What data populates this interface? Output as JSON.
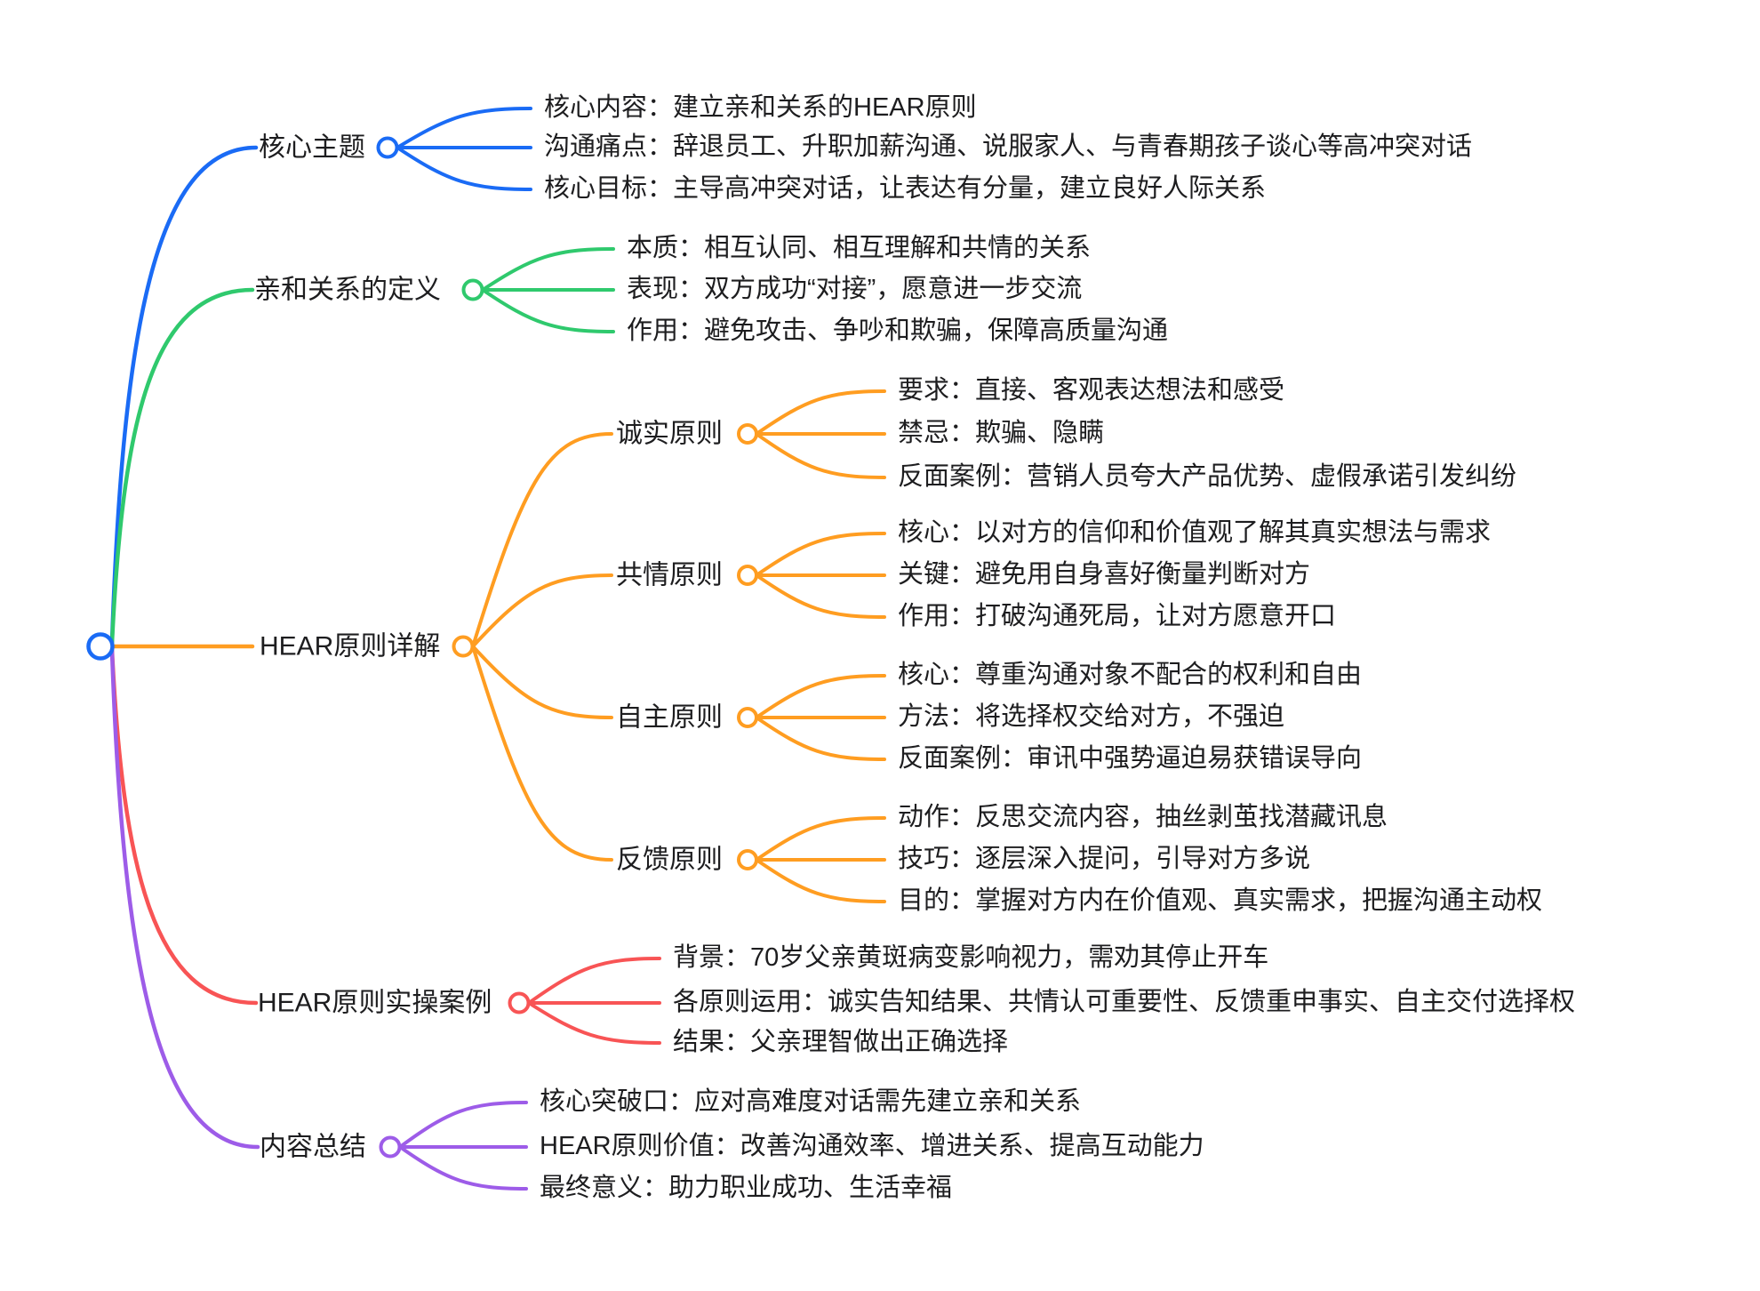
{
  "mindmap": {
    "branches": [
      {
        "label": "核心主题",
        "color": "#1A6BF5",
        "children": [
          "核心内容：建立亲和关系的HEAR原则",
          "沟通痛点：辞退员工、升职加薪沟通、说服家人、与青春期孩子谈心等高冲突对话",
          "核心目标：主导高冲突对话，让表达有分量，建立良好人际关系"
        ]
      },
      {
        "label": "亲和关系的定义",
        "color": "#2FC96D",
        "children": [
          "本质：相互认同、相互理解和共情的关系",
          "表现：双方成功“对接”，愿意进一步交流",
          "作用：避免攻击、争吵和欺骗，保障高质量沟通"
        ]
      },
      {
        "label": "HEAR原则详解",
        "color": "#FF9D21",
        "topics": [
          {
            "label": "诚实原则",
            "children": [
              "要求：直接、客观表达想法和感受",
              "禁忌：欺骗、隐瞒",
              "反面案例：营销人员夸大产品优势、虚假承诺引发纠纷"
            ]
          },
          {
            "label": "共情原则",
            "children": [
              "核心：以对方的信仰和价值观了解其真实想法与需求",
              "关键：避免用自身喜好衡量判断对方",
              "作用：打破沟通死局，让对方愿意开口"
            ]
          },
          {
            "label": "自主原则",
            "children": [
              "核心：尊重沟通对象不配合的权利和自由",
              "方法：将选择权交给对方，不强迫",
              "反面案例：审讯中强势逼迫易获错误导向"
            ]
          },
          {
            "label": "反馈原则",
            "children": [
              "动作：反思交流内容，抽丝剥茧找潜藏讯息",
              "技巧：逐层深入提问，引导对方多说",
              "目的：掌握对方内在价值观、真实需求，把握沟通主动权"
            ]
          }
        ]
      },
      {
        "label": "HEAR原则实操案例",
        "color": "#F85455",
        "children": [
          "背景：70岁父亲黄斑病变影响视力，需劝其停止开车",
          "各原则运用：诚实告知结果、共情认可重要性、反馈重申事实、自主交付选择权",
          "结果：父亲理智做出正确选择"
        ]
      },
      {
        "label": "内容总结",
        "color": "#9D5CE8",
        "children": [
          "核心突破口：应对高难度对话需先建立亲和关系",
          "HEAR原则价值：改善沟通效率、增进关系、提高互动能力",
          "最终意义：助力职业成功、生活幸福"
        ]
      }
    ]
  }
}
